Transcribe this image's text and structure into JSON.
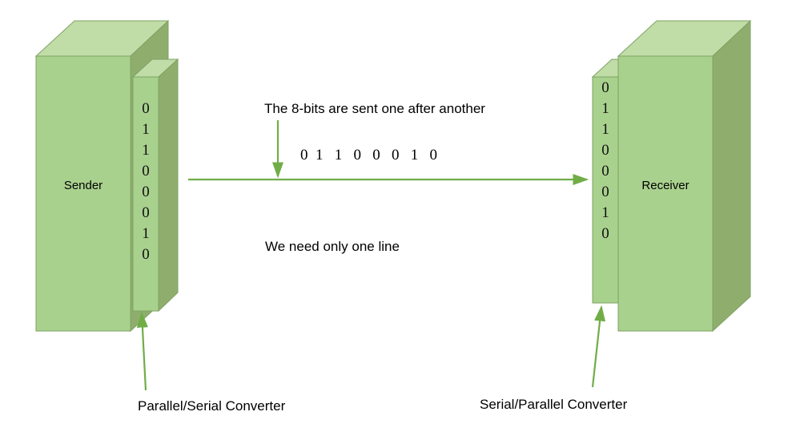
{
  "diagram": {
    "title_note": "The 8-bits are sent one after another",
    "line_note": "We need only one line",
    "transmitted_bits_text": "0  1   1   0   0   0   1   0",
    "transmitted_bits": [
      "0",
      "1",
      "1",
      "0",
      "0",
      "0",
      "1",
      "0"
    ],
    "colors": {
      "box_front": "#A9D18E",
      "box_top": "#C0DDA8",
      "box_side": "#8FAE6E",
      "box_stroke": "#7EA262",
      "arrow": "#70AD47",
      "text": "#000000",
      "background": "#FFFFFF"
    }
  },
  "sender": {
    "label": "Sender",
    "converter_caption": "Parallel/Serial Converter",
    "register_bits": [
      "0",
      "1",
      "1",
      "0",
      "0",
      "0",
      "1",
      "0"
    ]
  },
  "receiver": {
    "label": "Receiver",
    "converter_caption": "Serial/Parallel Converter",
    "register_bits": [
      "0",
      "1",
      "1",
      "0",
      "0",
      "0",
      "1",
      "0"
    ]
  }
}
